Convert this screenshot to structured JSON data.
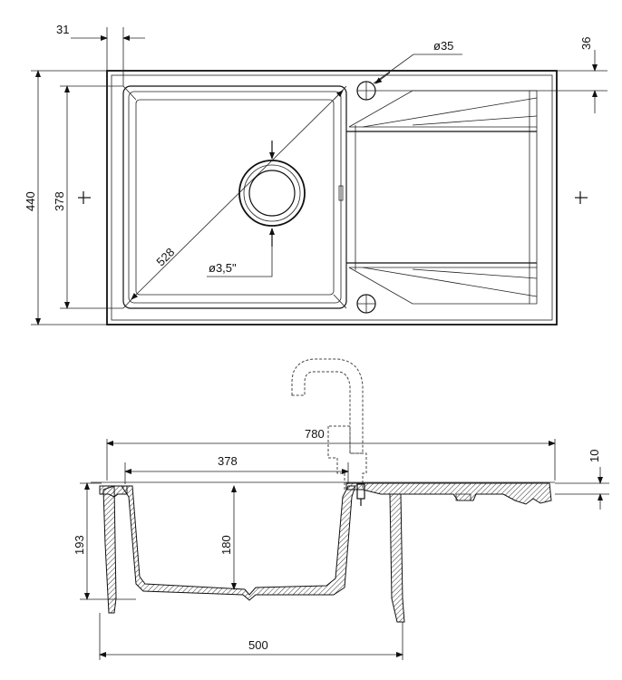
{
  "top_view": {
    "dim_overhang": "31",
    "dim_hole": "ø35",
    "dim_hole_offset": "36",
    "dim_total_depth": "440",
    "dim_bowl_depth": "378",
    "dim_diagonal": "528",
    "dim_drain": "ø3,5\""
  },
  "side_view": {
    "dim_total_width": "780",
    "dim_bowl_width": "378",
    "dim_thickness": "10",
    "dim_height": "193",
    "dim_bowl_height": "180",
    "dim_cabinet": "500"
  }
}
